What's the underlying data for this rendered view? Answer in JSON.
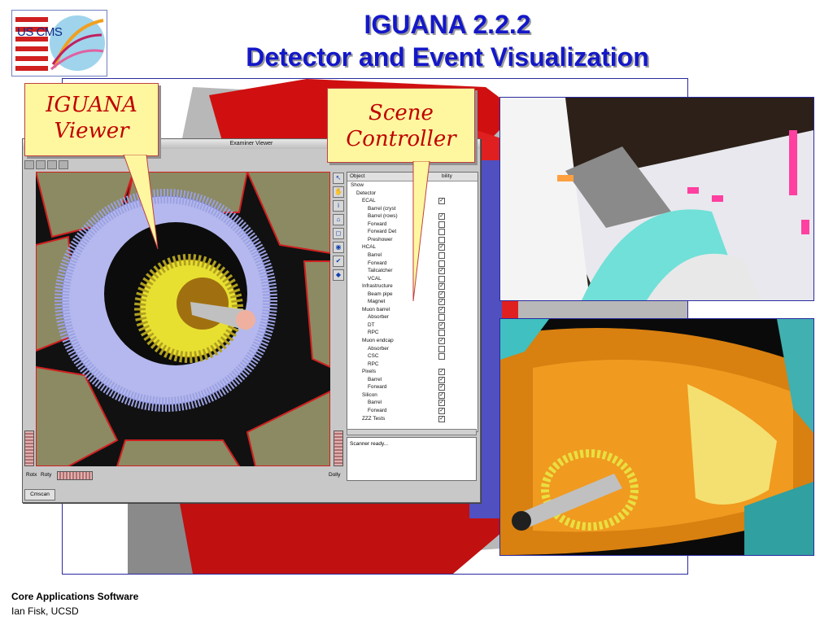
{
  "slide": {
    "title_line1": "IGUANA 2.2.2",
    "title_line2": "Detector and Event Visualization",
    "logo_text": "US CMS",
    "footer_line1": "Core Applications Software",
    "footer_line2": "Ian Fisk, UCSD"
  },
  "callouts": {
    "viewer_line1": "IGUANA",
    "viewer_line2": "Viewer",
    "controller_line1": "Scene",
    "controller_line2": "Controller"
  },
  "window": {
    "title": "Examiner Viewer",
    "tab_label": "Cmscan",
    "rot_x_label": "Rotx",
    "rot_y_label": "Roty",
    "dolly_label": "Dolly",
    "status_text": "Scanner ready..."
  },
  "tree": {
    "col_object": "Object",
    "col_visibility": "bility",
    "items": [
      {
        "label": "Show",
        "checked": null
      },
      {
        "label": "Detector",
        "checked": null
      },
      {
        "label": "ECAL",
        "checked": true
      },
      {
        "label": "Barrel (cryst",
        "checked": null
      },
      {
        "label": "Barrel (rows)",
        "checked": true
      },
      {
        "label": "Forward",
        "checked": false
      },
      {
        "label": "Forward Det",
        "checked": false
      },
      {
        "label": "Preshower",
        "checked": false
      },
      {
        "label": "HCAL",
        "checked": true
      },
      {
        "label": "Barrel",
        "checked": false
      },
      {
        "label": "Forward",
        "checked": false
      },
      {
        "label": "Tailcatcher",
        "checked": true
      },
      {
        "label": "VCAL",
        "checked": false
      },
      {
        "label": "Infrastructure",
        "checked": true
      },
      {
        "label": "Beam pipe",
        "checked": true
      },
      {
        "label": "Magnet",
        "checked": true
      },
      {
        "label": "Muon barrel",
        "checked": true
      },
      {
        "label": "Absorber",
        "checked": false
      },
      {
        "label": "DT",
        "checked": true
      },
      {
        "label": "RPC",
        "checked": false
      },
      {
        "label": "Muon endcap",
        "checked": true
      },
      {
        "label": "Absorber",
        "checked": false
      },
      {
        "label": "CSC",
        "checked": false
      },
      {
        "label": "RPC",
        "checked": null
      },
      {
        "label": "Pixels",
        "checked": true
      },
      {
        "label": "Barrel",
        "checked": true
      },
      {
        "label": "Forward",
        "checked": true
      },
      {
        "label": "Silicon",
        "checked": true
      },
      {
        "label": "Barrel",
        "checked": true
      },
      {
        "label": "Forward",
        "checked": true
      },
      {
        "label": "ZZZ Tests",
        "checked": true
      }
    ]
  },
  "colors": {
    "title": "#1418c8",
    "callout_bg": "#fef7a0",
    "callout_text": "#c00000"
  }
}
